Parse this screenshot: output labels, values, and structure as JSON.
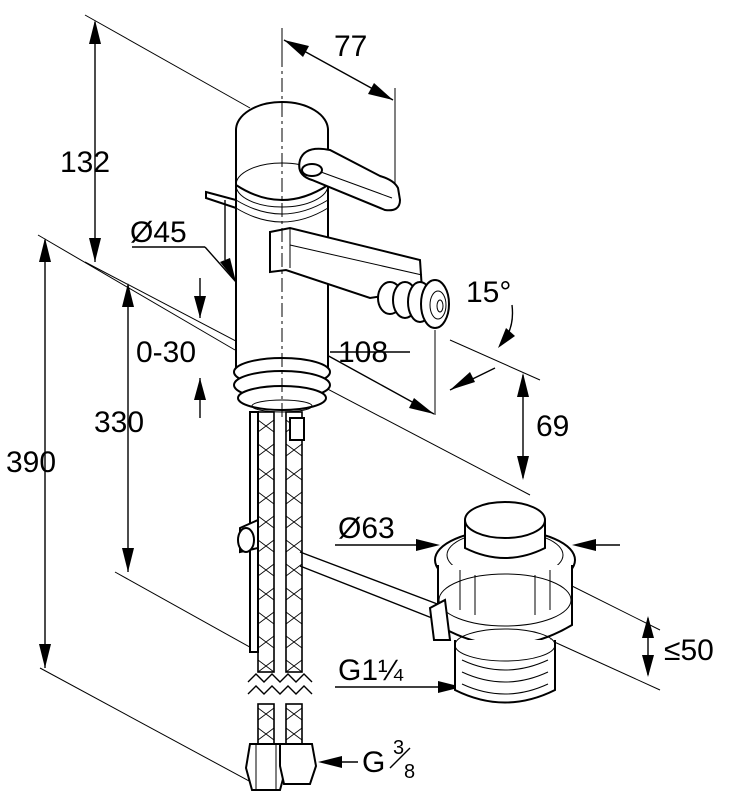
{
  "dimensions": {
    "height_top": "132",
    "lever_reach": "77",
    "body_diameter": "Ø45",
    "adjust_range": "0-30",
    "height_spout": "330",
    "total_height": "390",
    "spout_projection": "108",
    "spout_angle": "15°",
    "spout_height": "69",
    "waste_diameter": "Ø63",
    "waste_height": "≤50",
    "waste_thread": "G1¼",
    "hose_thread_prefix": "G",
    "hose_thread_num": "3",
    "hose_thread_den": "8"
  }
}
